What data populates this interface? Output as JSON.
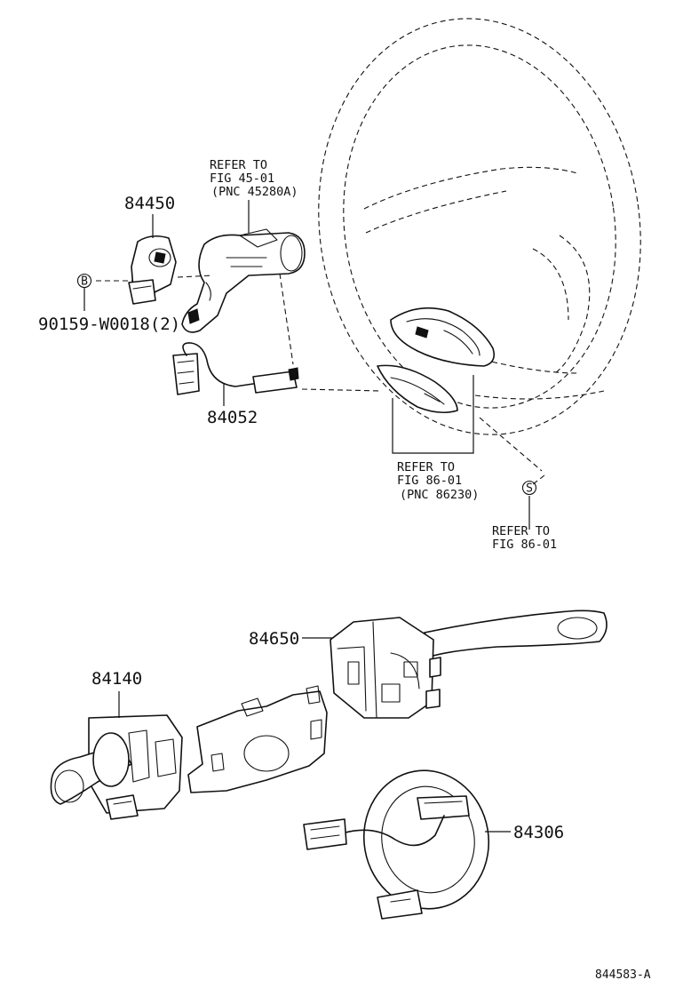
{
  "parts": {
    "p84450": "84450",
    "p84052": "84052",
    "p84650": "84650",
    "p84140": "84140",
    "p84306": "84306",
    "bolt": "90159-W0018(2)"
  },
  "refs": {
    "ref1": [
      "REFER TO",
      "FIG 45-01",
      "(PNC 45280A)"
    ],
    "ref2": [
      "REFER TO",
      "FIG 86-01",
      "(PNC 86230)"
    ],
    "ref3": [
      "REFER TO",
      "FIG 86-01"
    ]
  },
  "markers": {
    "b": "B",
    "s": "S"
  },
  "diagram_code": "844583-A"
}
